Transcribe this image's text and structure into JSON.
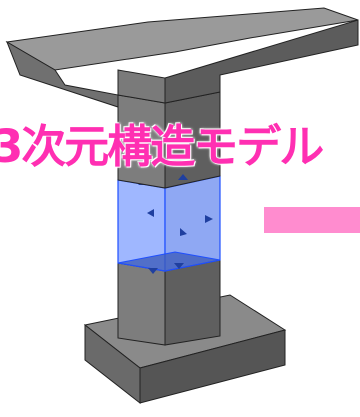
{
  "label": {
    "text": "3次元構造モデル"
  },
  "colors": {
    "concrete_front": "#7d7d7d",
    "concrete_side": "#5f5f5f",
    "concrete_top": "#9a9a9a",
    "selection_fill": "#7f9fff",
    "selection_edge": "#1f4fff",
    "label": "#ff2fb2",
    "pointer": "#ff8ccf"
  },
  "model": {
    "parts": [
      "pier-cap",
      "column-upper",
      "selected-segment",
      "column-lower",
      "footing"
    ],
    "selected_part": "selected-segment"
  }
}
